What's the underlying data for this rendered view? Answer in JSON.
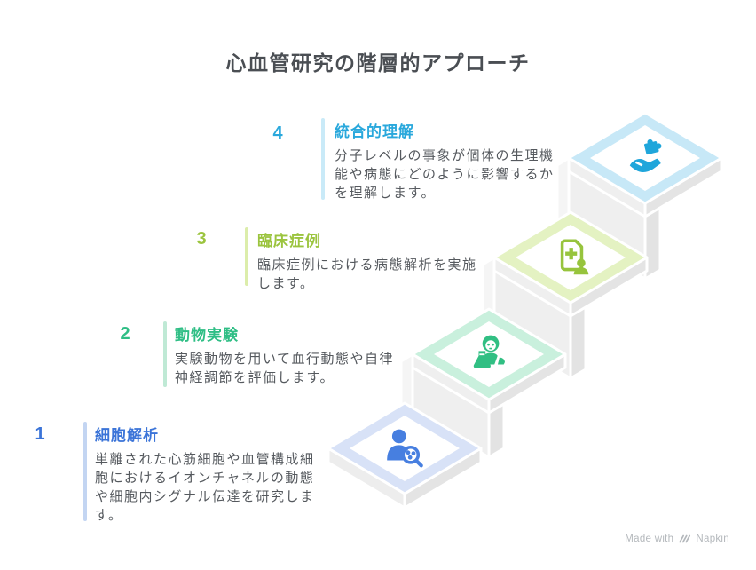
{
  "title": "心血管研究の階層的アプローチ",
  "steps": [
    {
      "number": "1",
      "title": "細胞解析",
      "description": "単離された心筋細胞や血管構成細胞におけるイオンチャネルの動態や細胞内シグナル伝達を研究します。",
      "accent_color": "#3b74d8",
      "bar_color": "#c3d5f2",
      "diamond_border_color": "#d8e2f7",
      "icon": "person-search-cells-icon",
      "icon_color": "#477fe0"
    },
    {
      "number": "2",
      "title": "動物実験",
      "description": "実験動物を用いて血行動態や自律神経調節を評価します。",
      "accent_color": "#2fbe85",
      "bar_color": "#bfe9d5",
      "diamond_border_color": "#c9f0dd",
      "icon": "scientist-flask-icon",
      "icon_color": "#31bf83"
    },
    {
      "number": "3",
      "title": "臨床症例",
      "description": "臨床症例における病態解析を実施します。",
      "accent_color": "#9bc43e",
      "bar_color": "#dcedab",
      "diamond_border_color": "#e4f2c2",
      "icon": "medical-record-person-icon",
      "icon_color": "#97c43d"
    },
    {
      "number": "4",
      "title": "統合的理解",
      "description": "分子レベルの事象が個体の生理機能や病態にどのように影響するかを理解します。",
      "accent_color": "#29a8dc",
      "bar_color": "#c9eaf8",
      "diamond_border_color": "#c7e8f7",
      "icon": "hand-puzzle-icon",
      "icon_color": "#1fa6db"
    }
  ],
  "footer": {
    "made_with": "Made with",
    "brand": "Napkin"
  },
  "colors": {
    "title_text": "#4a4e53",
    "description_text": "#55595e",
    "stair_face_light": "#f0f0f0",
    "stair_face_dark": "#e5e5e5",
    "background": "#ffffff"
  }
}
